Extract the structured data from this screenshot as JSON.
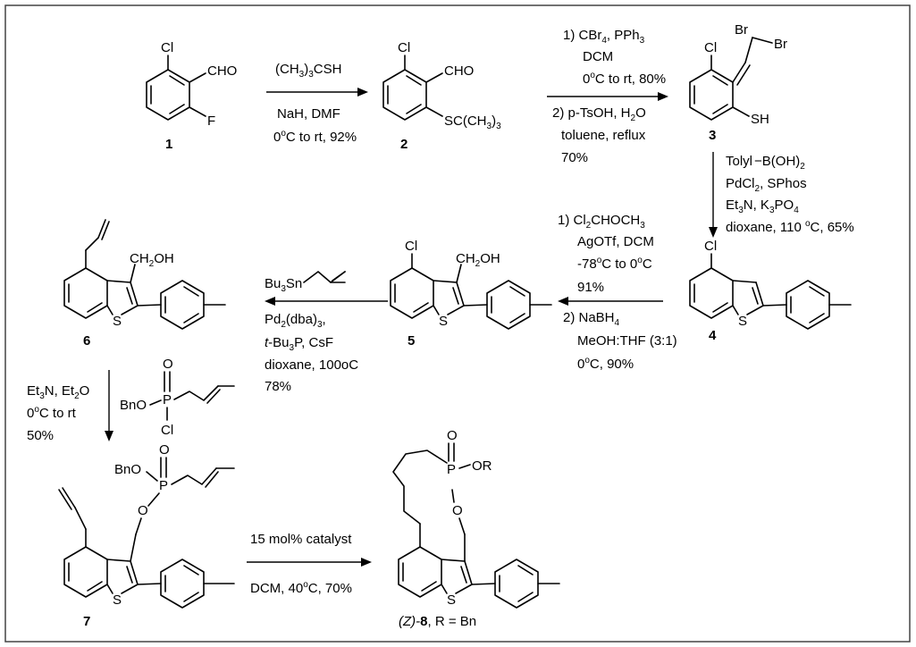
{
  "steps": {
    "s1": {
      "line1": "(CH3)3CSH",
      "line2": "NaH, DMF",
      "line3": "0oC to rt, 92%"
    },
    "s2": {
      "line1": "1) CBr4, PPh3",
      "line2": "DCM",
      "line3": "0oC to rt, 80%",
      "line4": "2) p-TsOH, H2O",
      "line5": "toluene, reflux",
      "line6": "70%"
    },
    "s3": {
      "line1": "Tolyl−B(OH)2",
      "line2": "PdCl2, SPhos",
      "line3": "Et3N, K3PO4",
      "line4": "dioxane, 110 oC, 65%"
    },
    "s4": {
      "line1": "1) Cl2CHOCH3",
      "line2": "AgOTf, DCM",
      "line3": "-78oC to 0oC",
      "line4": "91%",
      "line5": "2) NaBH4",
      "line6": "MeOH:THF (3:1)",
      "line7": "0oC, 90%"
    },
    "s5": {
      "line1": "Pd2(dba)3,",
      "line2": "t-Bu3P, CsF",
      "line3": "dioxane, 100oC",
      "line4": "78%"
    },
    "s6": {
      "line1": "Et3N, Et2O",
      "line2": "0oC to rt",
      "line3": "50%"
    },
    "s7": {
      "line1": "15 mol% catalyst",
      "line2": "DCM, 40oC, 70%"
    }
  },
  "compounds": {
    "c1": "1",
    "c2": "2",
    "c3": "3",
    "c4": "4",
    "c5": "5",
    "c6": "6",
    "c7": "7",
    "c8_prefix": "(Z)-",
    "c8_num": "8",
    "c8_suffix": ", R = Bn"
  },
  "atoms": {
    "cl": "Cl",
    "f": "F",
    "cho": "CHO",
    "sh": "SH",
    "s": "S",
    "br": "Br",
    "stbu": "SC(CH3)3",
    "ch2oh": "CH2OH",
    "bu3sn": "Bu3Sn",
    "bno": "BnO",
    "o": "O",
    "p": "P",
    "or": "OR"
  }
}
